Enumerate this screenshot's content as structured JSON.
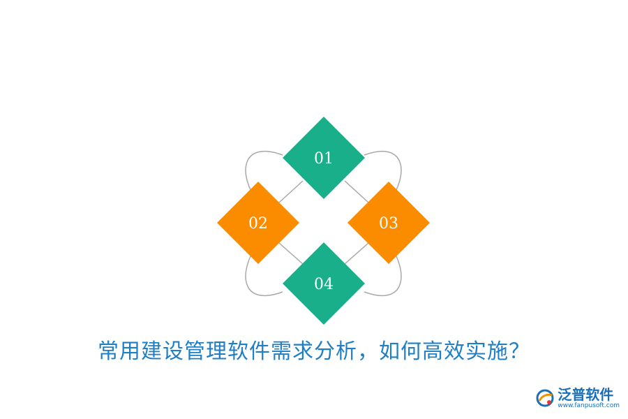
{
  "diagram": {
    "nodes": [
      {
        "label": "01",
        "color": "#1aaf8b"
      },
      {
        "label": "02",
        "color": "#fb8c00"
      },
      {
        "label": "03",
        "color": "#fb8c00"
      },
      {
        "label": "04",
        "color": "#1aaf8b"
      }
    ],
    "connector_color": "#a8a8a8"
  },
  "title": "常用建设管理软件需求分析，如何高效实施？",
  "brand": {
    "name": "泛普软件",
    "url": "www.fanpusoft.com",
    "color": "#1a6fb8"
  }
}
